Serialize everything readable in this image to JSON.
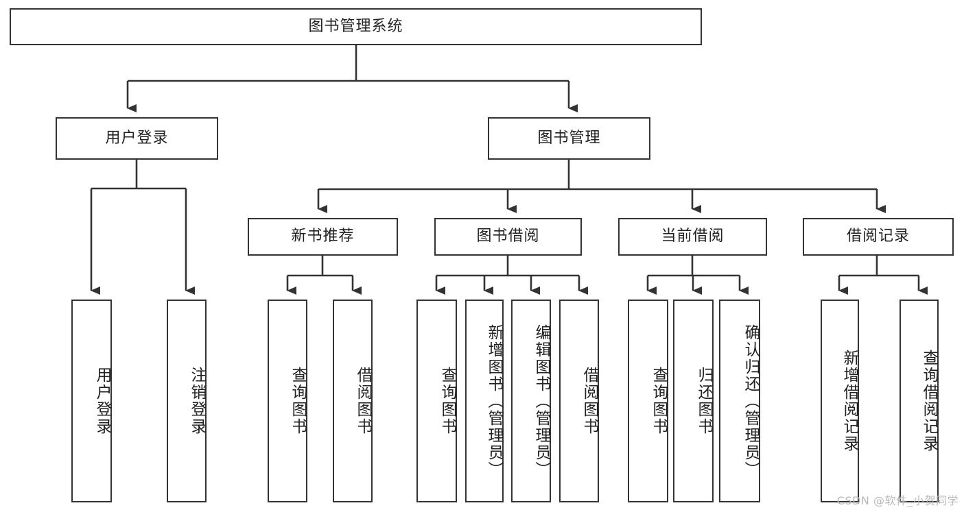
{
  "diagram": {
    "type": "tree-hierarchy",
    "title": "图书管理系统",
    "orientation": "top-down",
    "colors": {
      "border": "#333333",
      "fill": "#ffffff",
      "text": "#222222",
      "connector": "#333333",
      "watermark": "#b9b9b9"
    },
    "root": {
      "label": "图书管理系统"
    },
    "level2": [
      {
        "label": "用户登录"
      },
      {
        "label": "图书管理"
      }
    ],
    "level3": [
      {
        "label": "新书推荐"
      },
      {
        "label": "图书借阅"
      },
      {
        "label": "当前借阅"
      },
      {
        "label": "借阅记录"
      }
    ],
    "leaves": {
      "user_login": [
        {
          "label": "用户登录"
        },
        {
          "label": "注销登录"
        }
      ],
      "new_book_recommend": [
        {
          "label": "查询图书"
        },
        {
          "label": "借阅图书"
        }
      ],
      "book_borrow": [
        {
          "label": "查询图书"
        },
        {
          "label": "新增图书（管理员）"
        },
        {
          "label": "编辑图书（管理员）"
        },
        {
          "label": "借阅图书"
        }
      ],
      "current_borrow": [
        {
          "label": "查询图书"
        },
        {
          "label": "归还图书"
        },
        {
          "label": "确认归还（管理员）"
        }
      ],
      "borrow_record": [
        {
          "label": "新增借阅记录"
        },
        {
          "label": "查询借阅记录"
        }
      ]
    }
  },
  "watermark": {
    "text": "CSDN @软件_小贺同学"
  }
}
